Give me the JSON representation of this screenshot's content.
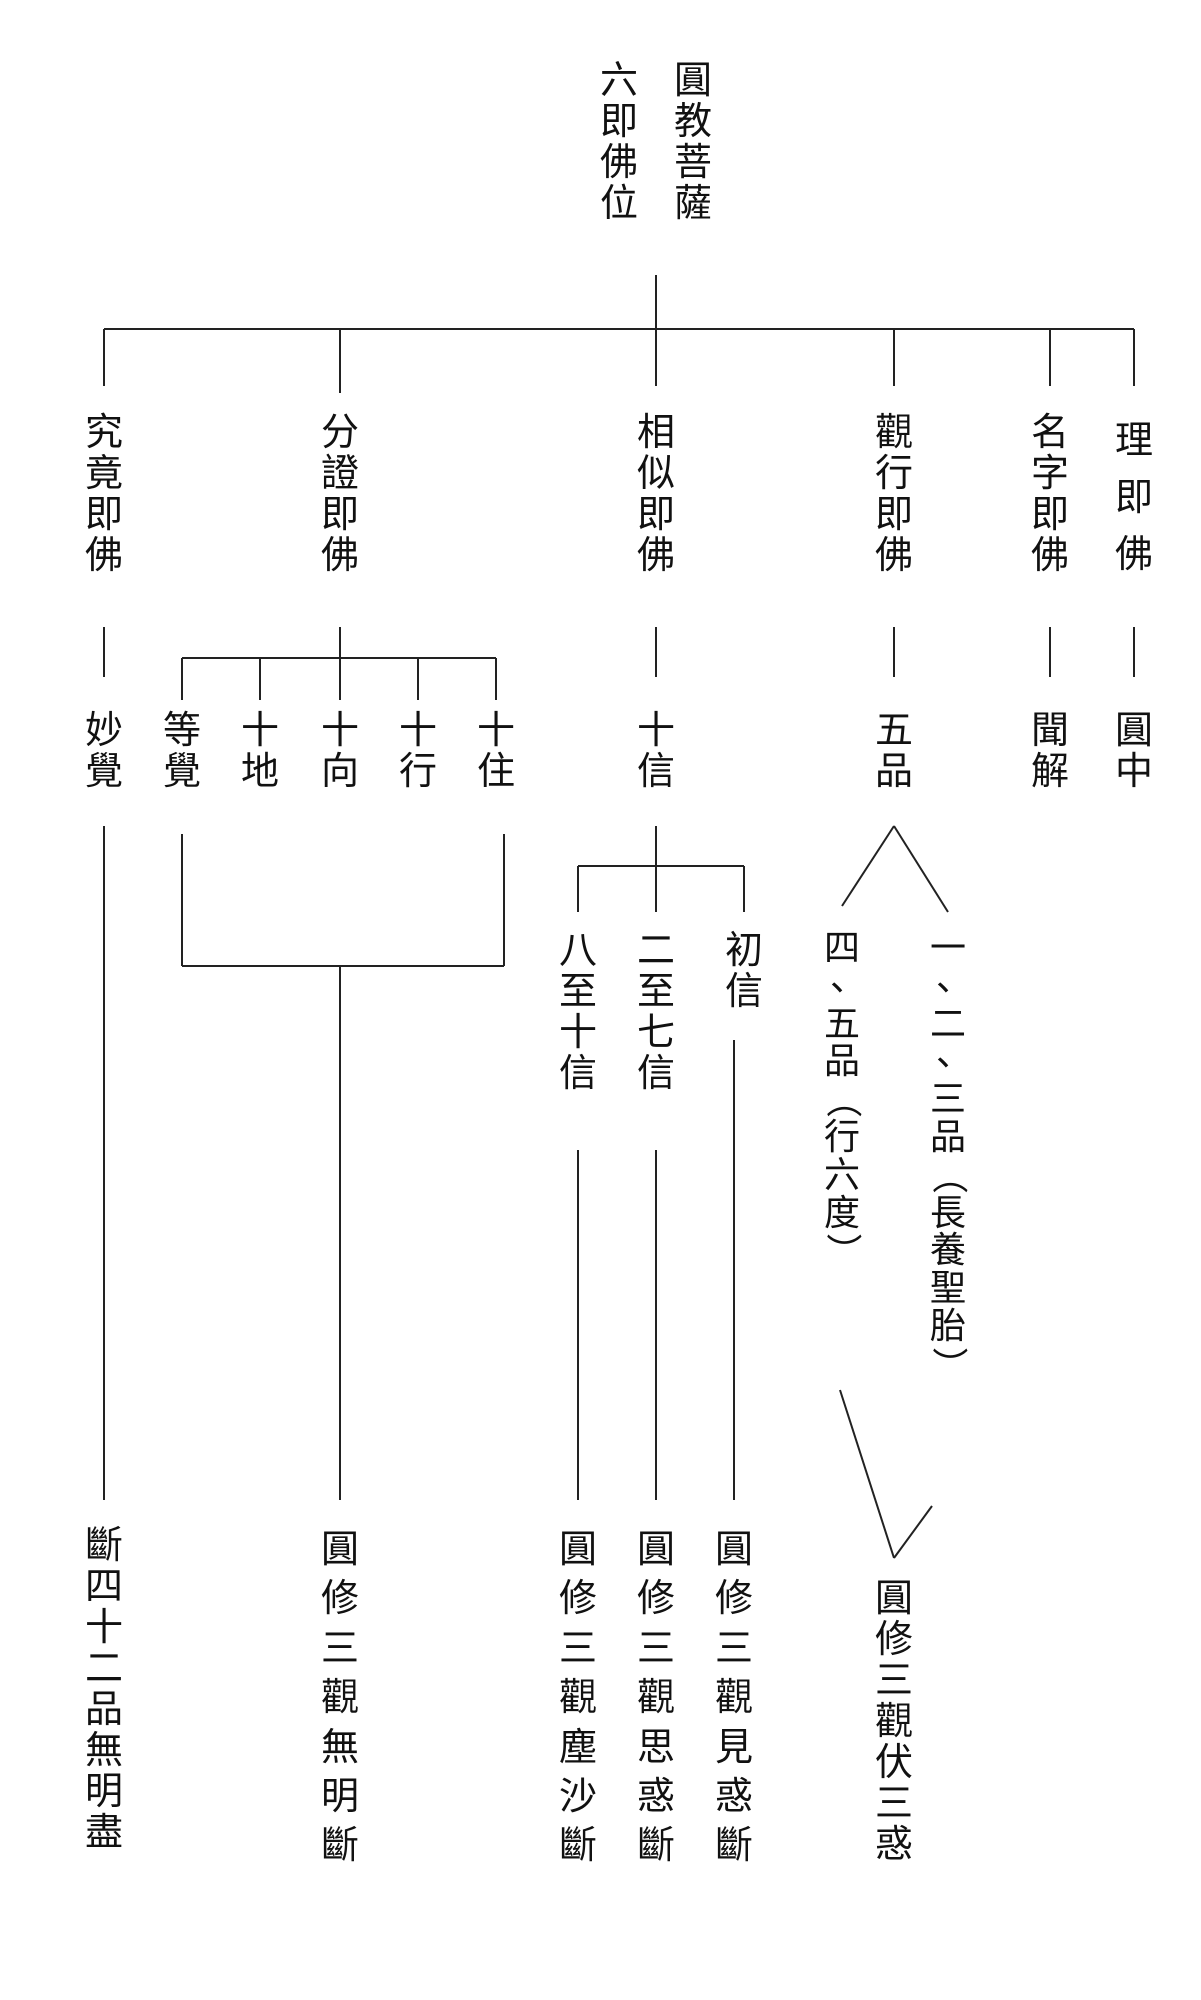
{
  "title": {
    "col1": "六即佛位",
    "col2": "圓教菩薩"
  },
  "stages": {
    "li": "理即佛",
    "mingzi": "名字即佛",
    "guanxing": "觀行即佛",
    "xiangsi": "相似即佛",
    "fenzheng": "分證即佛",
    "jiujing": "究竟即佛"
  },
  "levels": {
    "li": "圓中",
    "mingzi": "聞解",
    "guanxing": "五品",
    "xiangsi": "十信",
    "fenzheng": [
      "十住",
      "十行",
      "十向",
      "十地",
      "等覺"
    ],
    "jiujing": "妙覺"
  },
  "sub": {
    "guanxing_a": "一、二、三品（長養聖胎）",
    "guanxing_b": "四、五品（行六度）",
    "xiangsi_a": "初信",
    "xiangsi_b": "二至七信",
    "xiangsi_c": "八至十信"
  },
  "results": {
    "guanxing": "圓修三觀伏三惑",
    "xiangsi_a": "圓修三觀見惑斷",
    "xiangsi_b": "圓修三觀思惑斷",
    "xiangsi_c": "圓修三觀塵沙斷",
    "fenzheng": "圓修三觀無明斷",
    "jiujing": "斷四十二品無明盡"
  }
}
